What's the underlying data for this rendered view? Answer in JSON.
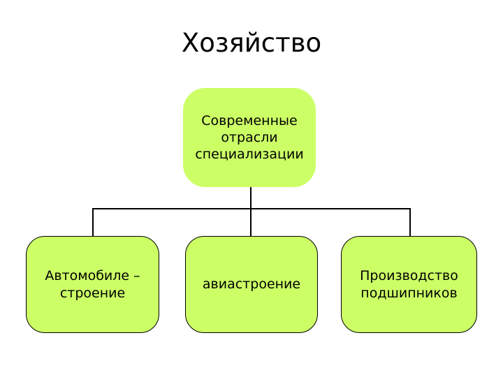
{
  "slide": {
    "title": "Хозяйство",
    "background_color": "#ffffff"
  },
  "colors": {
    "node_fill": "#ccff66",
    "node_border": "#000000",
    "connector": "#000000",
    "text": "#000000"
  },
  "diagram": {
    "root_node": {
      "label": "Современные\nотрасли\nспециализации"
    },
    "child_nodes": [
      {
        "label": "Автомобиле –\nстроение"
      },
      {
        "label": "авиастроение"
      },
      {
        "label": "Производство\nподшипников"
      }
    ]
  }
}
